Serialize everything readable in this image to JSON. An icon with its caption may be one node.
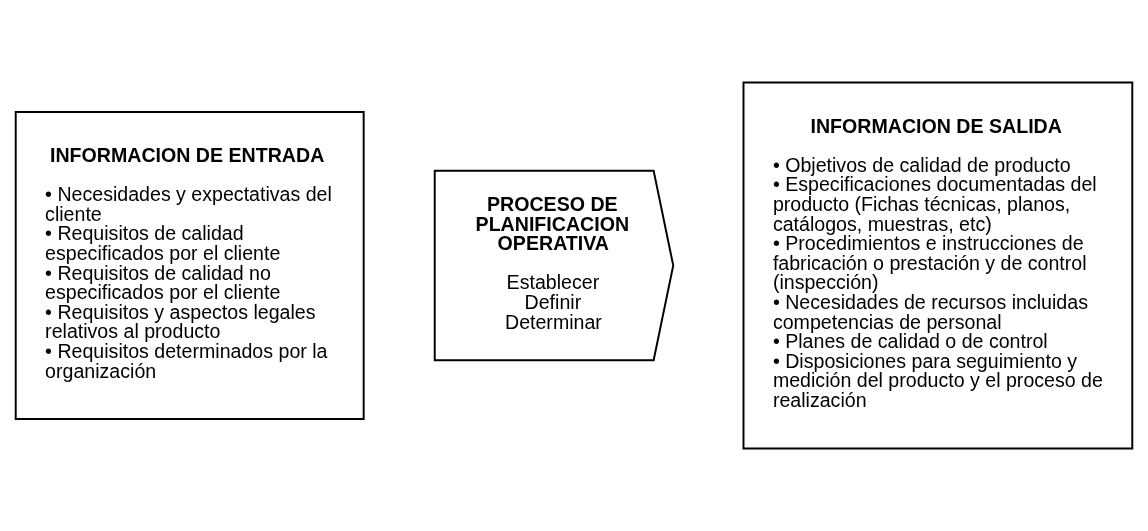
{
  "diagram": {
    "nodes": [
      {
        "text": [
          "INFORMACION DE ENTRADA",
          "• Necesidades y expectativas del cliente",
          "• Requisitos de calidad especificados por el cliente",
          "• Requisitos de calidad no especificados por el cliente",
          "• Requisitos y aspectos legales relativos al producto",
          "• Requisitos determinados por la organización"
        ]
      },
      {
        "text": [
          "PROCESO DE PLANIFICACION OPERATIVA",
          "Establecer",
          "Definir",
          "Determinar"
        ]
      },
      {
        "text": [
          "INFORMACION DE SALIDA",
          "• Objetivos de calidad de producto",
          "• Especificaciones documentadas del producto (Fichas técnicas, planos, catálogos, muestras, etc)",
          "• Procedimientos e instrucciones de fabricación o prestación y de control (inspección)",
          "• Necesidades de recursos incluidas competencias de personal",
          "• Planes de calidad o de control",
          "• Disposiciones para seguimiento y medición del producto y el proceso de realización"
        ]
      }
    ]
  }
}
